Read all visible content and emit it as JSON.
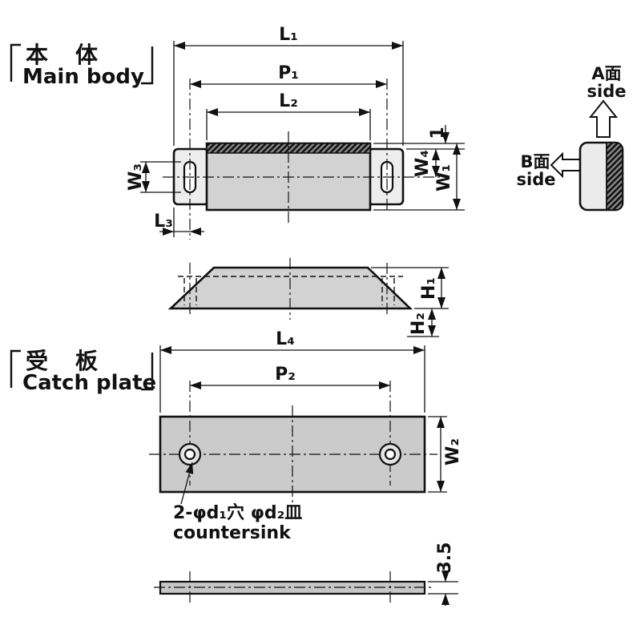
{
  "main_body": {
    "label_jp": "本　体",
    "label_en": "Main body",
    "dims": {
      "L1": "L₁",
      "P1": "P₁",
      "L2": "L₂",
      "W3": "W₃",
      "L3": "L₃",
      "W4": "W₄",
      "W1": "W₁",
      "protrusion": "1",
      "H1": "H₁",
      "H2": "H₂"
    },
    "faces": {
      "a_jp": "A面",
      "a_en": "side",
      "b_jp": "B面",
      "b_en": "side"
    }
  },
  "catch_plate": {
    "label_jp": "受　板",
    "label_en": "Catch plate",
    "dims": {
      "L4": "L₄",
      "P2": "P₂",
      "W2": "W₂",
      "thickness": "3.5"
    },
    "note_jp": "2-φd₁穴 φd₂皿",
    "note_en": "countersink"
  },
  "colors": {
    "line": "#111111",
    "part_fill": "#d2d2d2",
    "background": "#ffffff"
  }
}
